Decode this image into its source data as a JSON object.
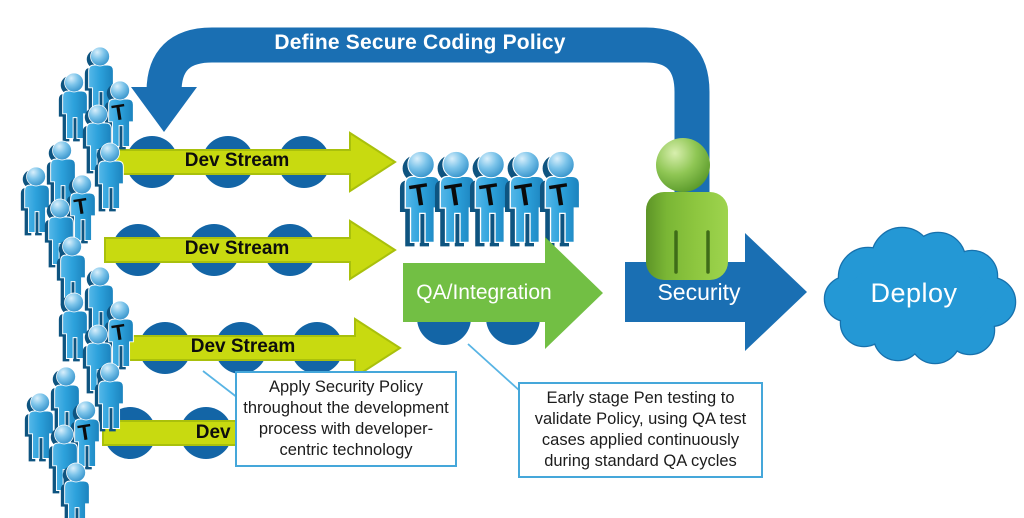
{
  "diagram": {
    "policy_arrow": {
      "label": "Define Secure Coding Policy",
      "color": "#1a6fb3"
    },
    "dev_streams": [
      {
        "label": "Dev Stream"
      },
      {
        "label": "Dev Stream"
      },
      {
        "label": "Dev Stream"
      },
      {
        "label": "Dev Stream"
      }
    ],
    "qa_arrow": {
      "label": "QA/Integration",
      "color": "#72bf44"
    },
    "security_step": {
      "label": "Security",
      "color": "#1a6fb3"
    },
    "deploy_cloud": {
      "label": "Deploy",
      "color": "#2498d5"
    },
    "callouts": [
      {
        "text": "Apply Security Policy throughout the development process with developer-centric technology"
      },
      {
        "text": "Early stage Pen testing to validate Policy, using QA test cases applied continuously during standard QA cycles"
      }
    ],
    "icons": {
      "person_badge": "T",
      "dev_team_icon": "group-of-people",
      "qa_team_icon": "row-of-people",
      "security_person_icon": "green-person",
      "deploy_icon": "cloud"
    }
  }
}
